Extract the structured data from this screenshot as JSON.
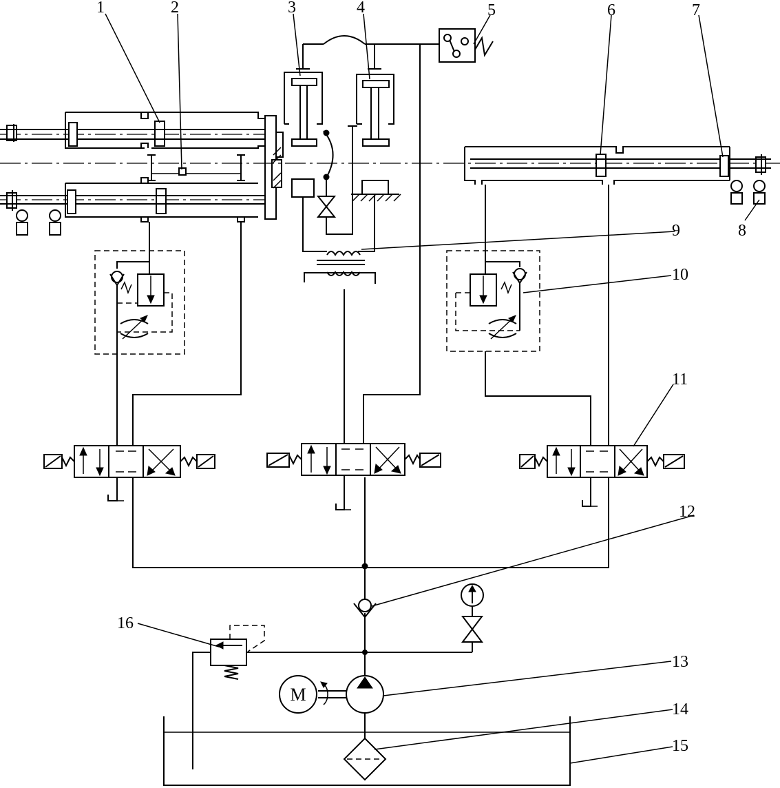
{
  "callouts": [
    {
      "id": "1",
      "label": "1"
    },
    {
      "id": "2",
      "label": "2"
    },
    {
      "id": "3",
      "label": "3"
    },
    {
      "id": "4",
      "label": "4"
    },
    {
      "id": "5",
      "label": "5"
    },
    {
      "id": "6",
      "label": "6"
    },
    {
      "id": "7",
      "label": "7"
    },
    {
      "id": "8",
      "label": "8"
    },
    {
      "id": "9",
      "label": "9"
    },
    {
      "id": "10",
      "label": "10"
    },
    {
      "id": "11",
      "label": "11"
    },
    {
      "id": "12",
      "label": "12"
    },
    {
      "id": "13",
      "label": "13"
    },
    {
      "id": "14",
      "label": "14"
    },
    {
      "id": "15",
      "label": "15"
    },
    {
      "id": "16",
      "label": "16"
    }
  ],
  "motor": {
    "label": "M"
  }
}
